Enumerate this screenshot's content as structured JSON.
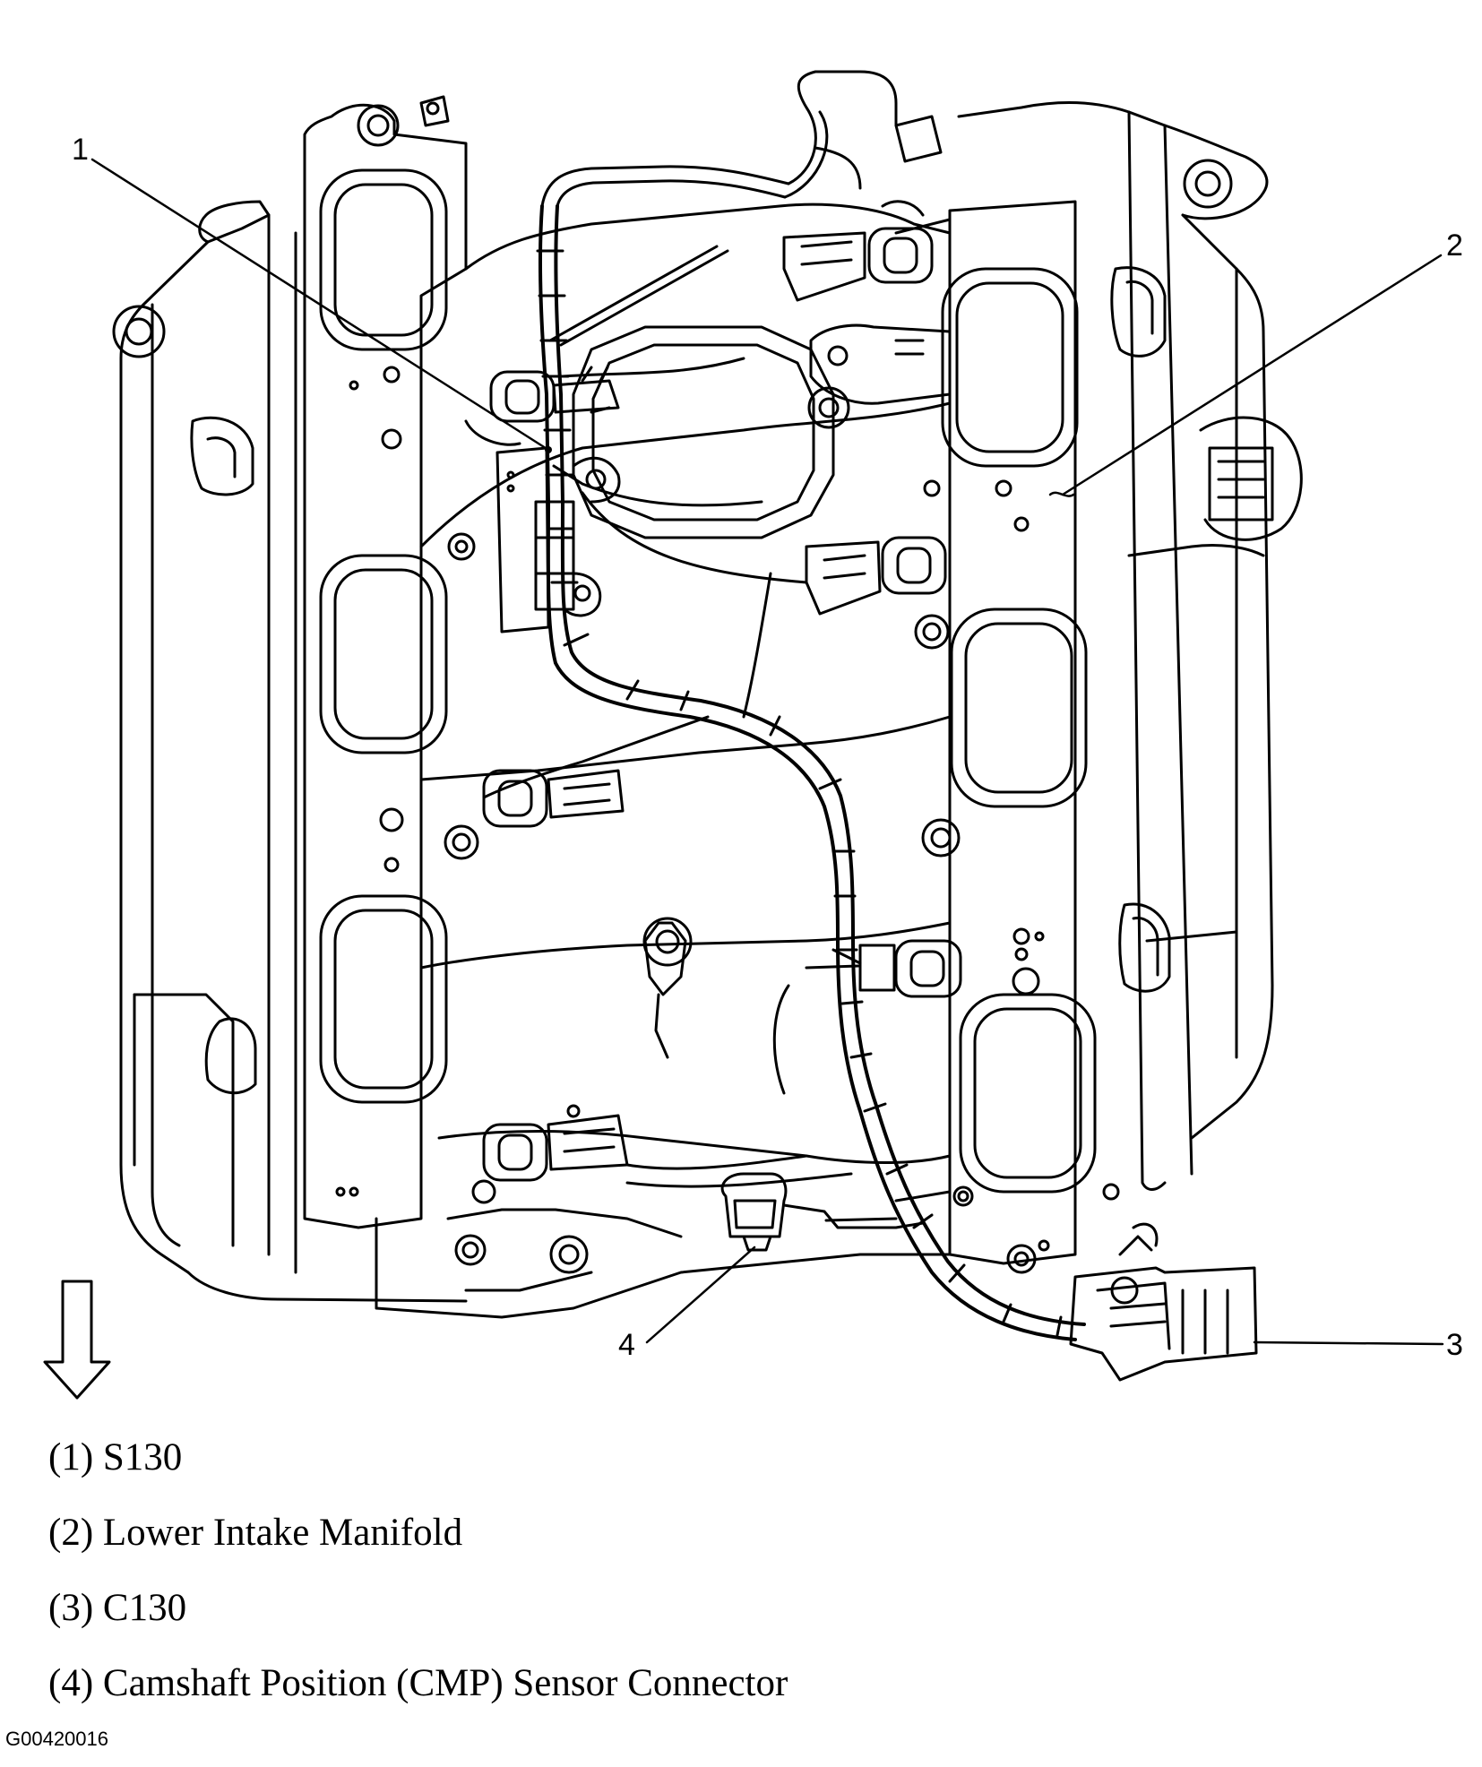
{
  "callouts": [
    {
      "number": "1",
      "label": "(1) S130"
    },
    {
      "number": "2",
      "label": "(2) Lower Intake Manifold"
    },
    {
      "number": "3",
      "label": "(3) C130"
    },
    {
      "number": "4",
      "label": "(4) Camshaft Position (CMP) Sensor Connector"
    }
  ],
  "figure_id": "G00420016",
  "line_color": "#000000"
}
